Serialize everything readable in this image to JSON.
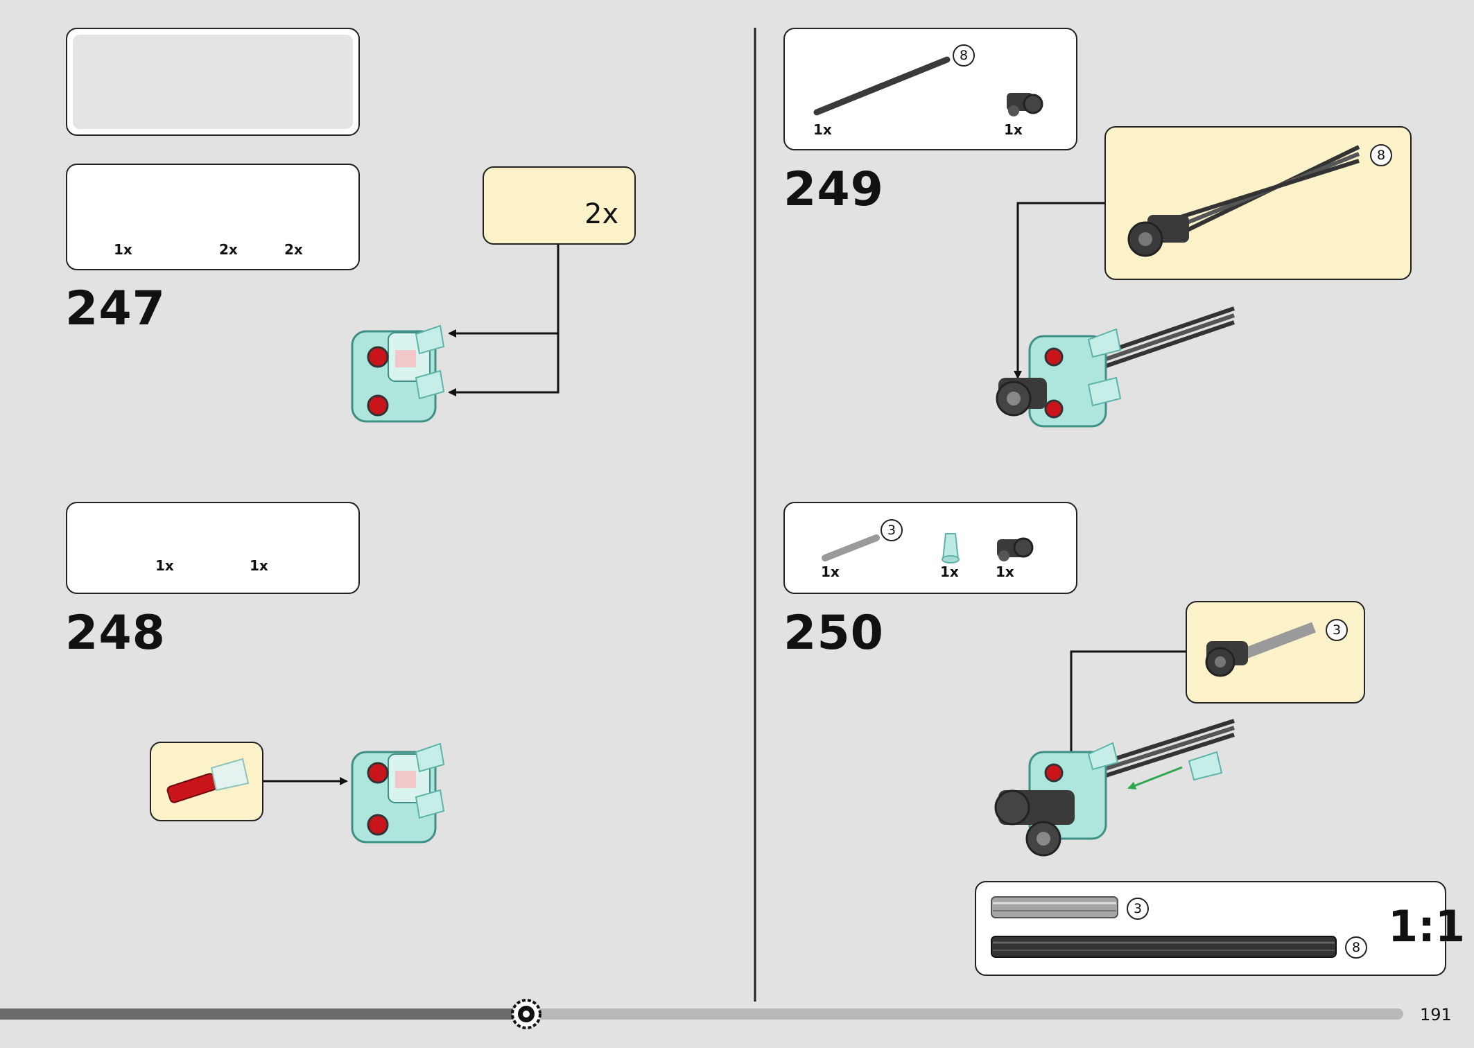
{
  "page_number": "191",
  "steps": [
    {
      "number": "247",
      "parts": [
        "1x",
        "2x",
        "2x"
      ],
      "callout_multiplier": "2x"
    },
    {
      "number": "248",
      "parts": [
        "1x",
        "1x"
      ]
    },
    {
      "number": "249",
      "parts": [
        "1x",
        "1x"
      ],
      "axle_length": "8",
      "callout_axle_length": "8"
    },
    {
      "number": "250",
      "parts": [
        "1x",
        "1x",
        "1x"
      ],
      "axle_length": "3",
      "callout_axle_length": "3"
    }
  ],
  "scale_reference": {
    "label": "1:1",
    "items": [
      {
        "length": "3",
        "color": "#8c8c8c"
      },
      {
        "length": "8",
        "color": "#3a3a3a"
      }
    ]
  },
  "colors": {
    "page_bg": "#e2e2e2",
    "callout_bg": "#fbf2c9",
    "trans_light_blue": "#aee5dc",
    "red": "#c9141b",
    "dark_gray": "#3a3a3a",
    "light_gray": "#9a9a9a"
  }
}
